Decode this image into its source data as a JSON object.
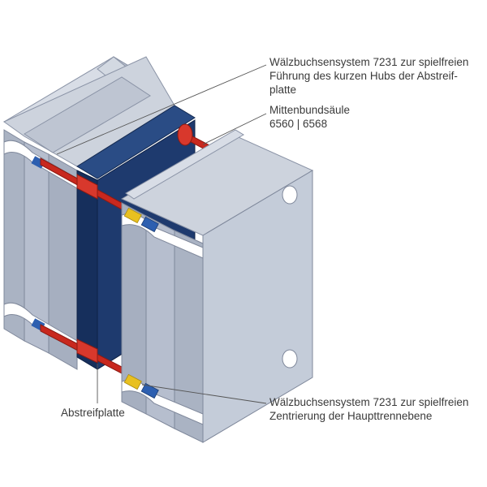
{
  "labels": {
    "top": {
      "line1": "Wälzbuchsensystem 7231 zur spielfreien",
      "line2": "Führung des kurzen Hubs der Abstreif-",
      "line3": "platte"
    },
    "middle": {
      "line1": "Mittenbundsäule",
      "line2": "6560 | 6568"
    },
    "bottom": {
      "line1": "Wälzbuchsensystem 7231 zur spielfreien",
      "line2": "Zentrierung der Haupttrennebene"
    },
    "abstreifplatte": "Abstreifplatte"
  },
  "colors": {
    "plate_light": "#c9d0dc",
    "plate_mid": "#aab3c3",
    "plate_dark": "#8a93a6",
    "stripper_plate": "#1e3a6e",
    "pillar_red": "#c8281e",
    "bushing_blue": "#2d5fb0",
    "bushing_yellow": "#e8c020",
    "leader_line": "#555555"
  }
}
